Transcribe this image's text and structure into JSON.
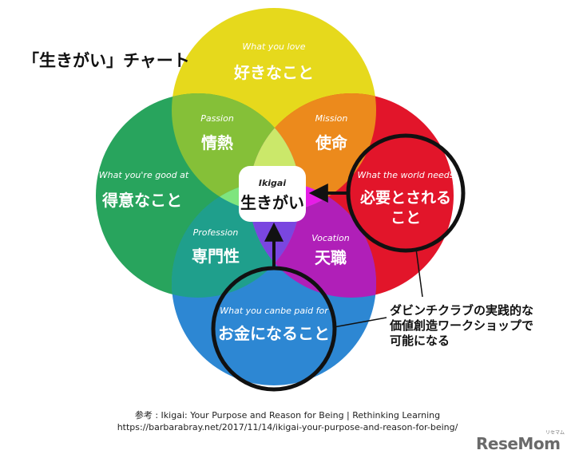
{
  "title": "「生きがい」チャート",
  "circles": {
    "love": {
      "en": "What you love",
      "ja": "好きなこと",
      "color": "#e6d91c"
    },
    "good": {
      "en": "What you're good at",
      "ja": "得意なこと",
      "color": "#28a45d"
    },
    "world": {
      "en": "What the world needs",
      "ja": "必要とされる",
      "ja2": "こと",
      "color": "#e2152a"
    },
    "paid": {
      "en": "What you canbe paid for",
      "ja": "お金になること",
      "color": "#2d87d3"
    }
  },
  "overlaps": {
    "passion": {
      "en": "Passion",
      "ja": "情熱",
      "color": "#85c038"
    },
    "mission": {
      "en": "Mission",
      "ja": "使命",
      "color": "#ec8a1c"
    },
    "profession": {
      "en": "Profession",
      "ja": "専門性",
      "color": "#1f9f8c"
    },
    "vocation": {
      "en": "Vocation",
      "ja": "天職",
      "color": "#b01fb8"
    }
  },
  "center": {
    "en": "Ikigai",
    "ja": "生きがい"
  },
  "note": {
    "line1": "ダビンチクラブの実践的な",
    "line2": "価値創造ワークショップで",
    "line3": "可能になる"
  },
  "reference": {
    "line1": "参考 : Ikigai: Your Purpose and Reason for Being | Rethinking Learning",
    "line2": "https://barbarabray.net/2017/11/14/ikigai-your-purpose-and-reason-for-being/"
  },
  "brand": {
    "name": "ReseMom",
    "sub": "リセマム"
  }
}
